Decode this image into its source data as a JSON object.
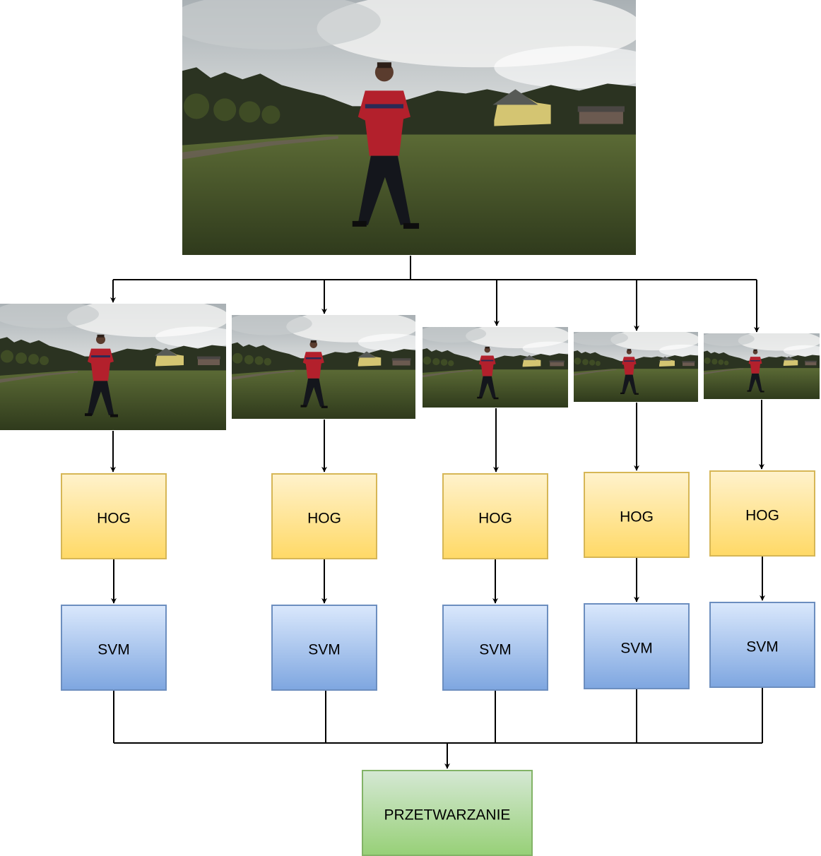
{
  "diagram": {
    "source_image": {
      "description_icon": "photo-man-standing-on-lawn"
    },
    "pyramid_scales": [
      {
        "feature_label": "HOG",
        "classifier_label": "SVM"
      },
      {
        "feature_label": "HOG",
        "classifier_label": "SVM"
      },
      {
        "feature_label": "HOG",
        "classifier_label": "SVM"
      },
      {
        "feature_label": "HOG",
        "classifier_label": "SVM"
      },
      {
        "feature_label": "HOG",
        "classifier_label": "SVM"
      }
    ],
    "output": {
      "label": "PRZETWARZANIE"
    },
    "colors": {
      "hog_fill_top": "#fff2cc",
      "hog_fill_bottom": "#ffd966",
      "hog_stroke": "#d6b656",
      "svm_fill_top": "#dae8fc",
      "svm_fill_bottom": "#7ea6e0",
      "svm_stroke": "#6c8ebf",
      "out_fill_top": "#d5e8d4",
      "out_fill_bottom": "#97d077",
      "out_stroke": "#82b366",
      "connector": "#000000"
    }
  }
}
